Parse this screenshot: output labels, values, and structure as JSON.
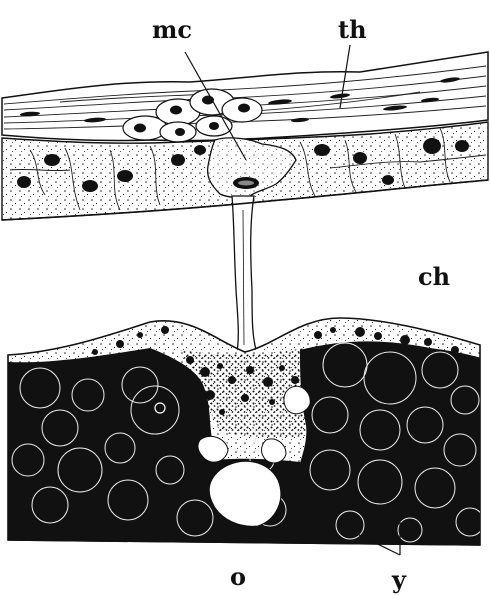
{
  "figure": {
    "labels": {
      "mc": "mc",
      "th": "th",
      "ch": "ch",
      "o": "o",
      "y": "y"
    },
    "colors": {
      "ink": "#111111",
      "paper": "#ffffff",
      "stipple": "#333333"
    }
  }
}
